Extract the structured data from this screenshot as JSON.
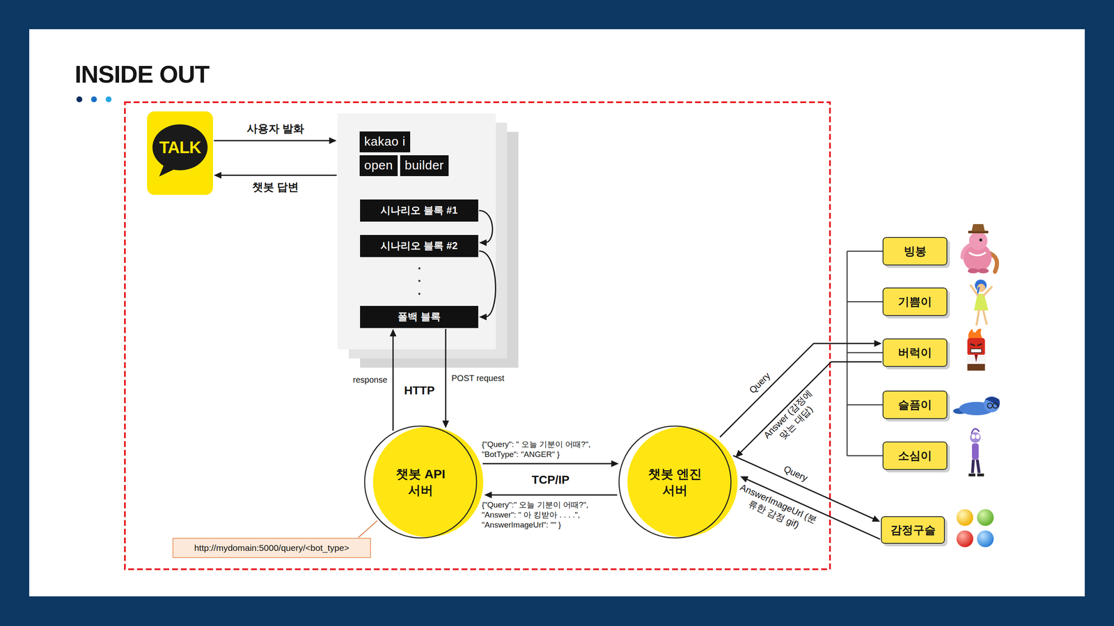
{
  "diagram": {
    "title": "INSIDE OUT",
    "nodes": [
      {
        "text": [
          "TALK"
        ]
      },
      {
        "text": [
          "kakao i",
          "open",
          "builder"
        ]
      },
      {
        "text": [
          "시나리오 블록 #1"
        ],
        "in": 1
      },
      {
        "text": [
          "시나리오 블록 #2"
        ],
        "in": 1
      },
      {
        "text": [
          "폴백 블록"
        ],
        "in": 1
      },
      {
        "text": [
          "챗봇 API 서버"
        ]
      },
      {
        "text": [
          "챗봇 엔진 서버"
        ]
      },
      {
        "text": [
          "http://mydomain:5000/query/<bot_type>"
        ]
      },
      {
        "text": [
          "빙봉"
        ]
      },
      {
        "text": [
          "기쁨이"
        ]
      },
      {
        "text": [
          "버럭이"
        ]
      },
      {
        "text": [
          "슬픔이"
        ]
      },
      {
        "text": [
          "소심이"
        ]
      },
      {
        "text": [
          "감정구슬"
        ]
      }
    ],
    "edges": [
      {
        "from": 0,
        "to": 1,
        "arrow": "to",
        "label": "사용자 발화"
      },
      {
        "from": 1,
        "to": 0,
        "arrow": "to",
        "label": "챗봇 답변"
      },
      {
        "from": 2,
        "to": 3,
        "arrow": "to"
      },
      {
        "from": 3,
        "to": 4,
        "arrow": "to"
      },
      {
        "from": 4,
        "to": 5,
        "arrow": "to",
        "label": "POST request"
      },
      {
        "from": 5,
        "to": 4,
        "arrow": "to",
        "label": "response"
      },
      {
        "from": 5,
        "to": 6,
        "arrow": "to",
        "label": "{\"Query\": \" 오늘 기분이 어때?\", \"BotType\": \"ANGER\" }"
      },
      {
        "from": 6,
        "to": 5,
        "arrow": "to",
        "label": "{\"Query\":\" 오늘 기분이 어때?\", \"Answer\": \" 아 킹받아 . . . .\", \"AnswerImageUrl\": \"\" }"
      },
      {
        "from": 6,
        "to": 10,
        "arrow": "to",
        "label": "Query"
      },
      {
        "from": 10,
        "to": 6,
        "arrow": "to",
        "label": "Answer (감정에 맞는 대답)"
      },
      {
        "from": 6,
        "to": 13,
        "arrow": "to",
        "label": "Query"
      },
      {
        "from": 13,
        "to": 6,
        "arrow": "to",
        "label": "AnswerImageUrl (분류한 감정 gif)"
      },
      {
        "from": 7,
        "to": 5,
        "arrow": "none"
      }
    ],
    "labels": [
      "HTTP",
      "TCP/IP"
    ]
  }
}
